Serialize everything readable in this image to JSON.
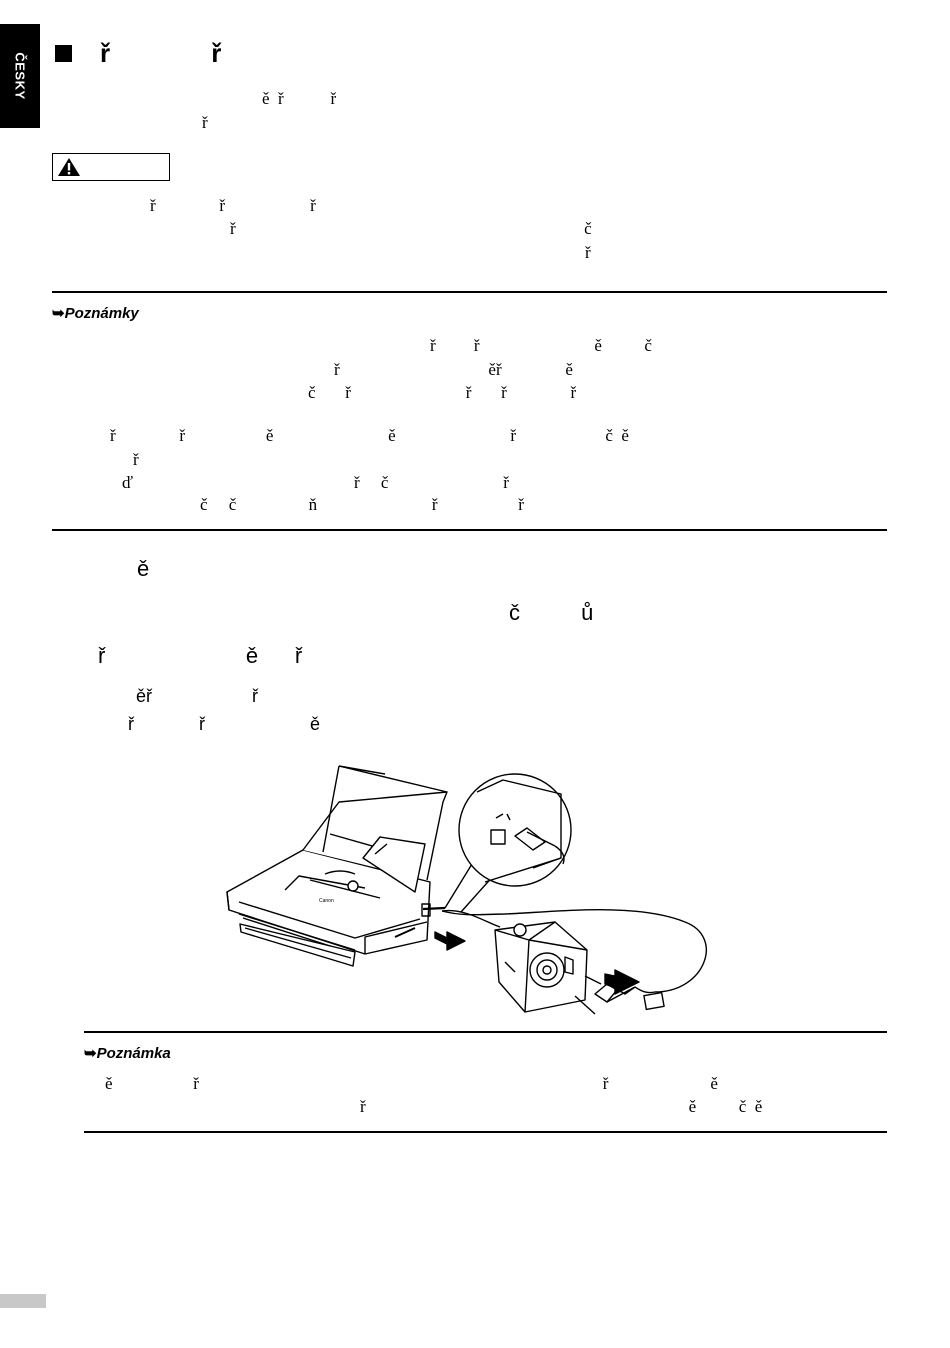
{
  "language_tab": "ČESKY",
  "heading": {
    "text": "ř              ř"
  },
  "intro": [
    "ě  ř           ř",
    "ř"
  ],
  "warning_icon": "warning-triangle-icon",
  "warning_paragraph": [
    "ř               ř                    ř",
    "ř                                                                                  č",
    "ř"
  ],
  "notes_label": "Poznámky",
  "notes_lines": [
    "ř         ř                           ě          č",
    "ř                                   ěř               ě",
    "č       ř                           ř       ř               ř",
    "ř               ř                   ě                           ě                           ř                     č  ě",
    "ř",
    "ď                                                    ř     č                           ř",
    "č     č                 ň                           ř                   ř"
  ],
  "step_heading": "ě",
  "step_line2": "č          ů",
  "step_line3": "ř                       ě      ř",
  "step_sub": [
    "ěř                    ř",
    "ř             ř                     ě"
  ],
  "note2_label": "Poznámka",
  "note2_lines": [
    "ě                   ř                                                                                               ř                        ě",
    "ř                                                                            ě          č  ě"
  ],
  "printer_brand": "Canon",
  "colors": {
    "text": "#000000",
    "tab": "#000000",
    "page_marker": "#c8c8c8"
  }
}
